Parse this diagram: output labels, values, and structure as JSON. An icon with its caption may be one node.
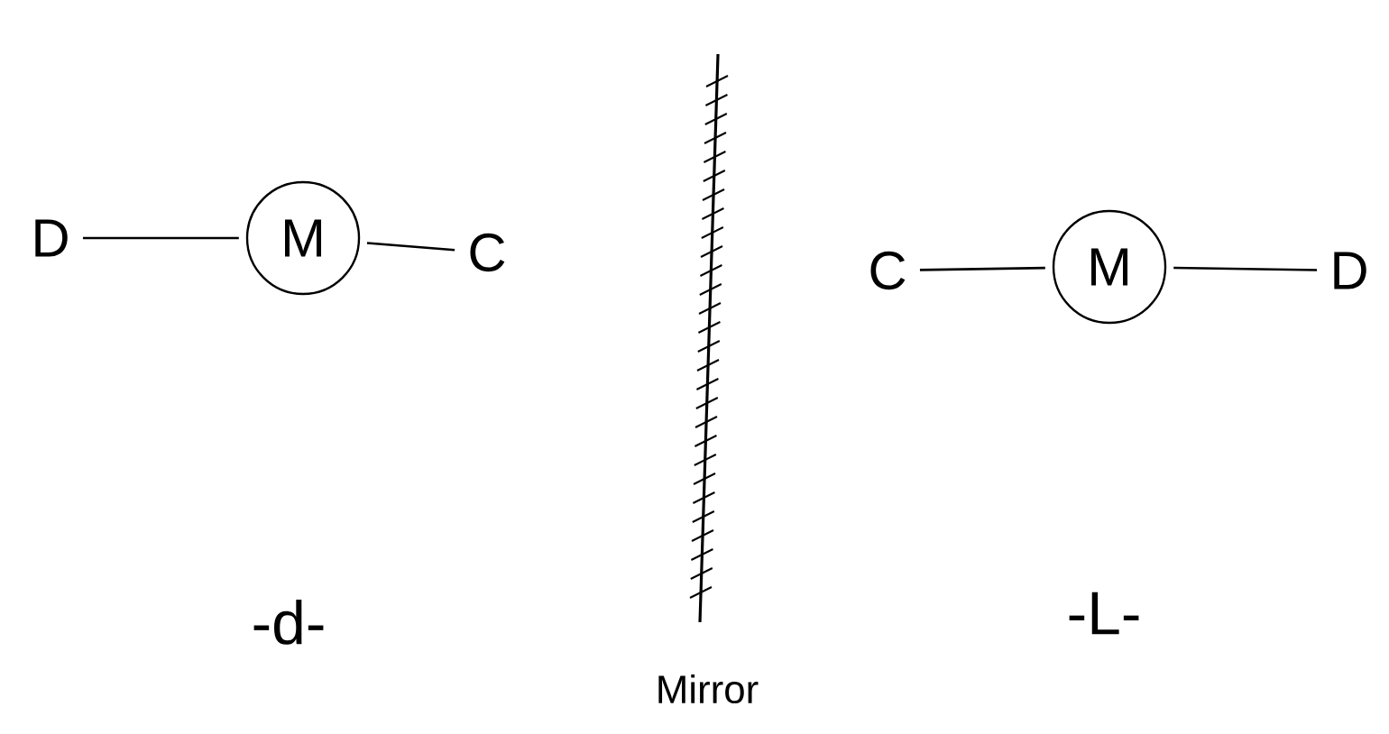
{
  "diagram": {
    "nodes": [
      {
        "text": [
          "D"
        ]
      },
      {
        "text": [
          "M"
        ]
      },
      {
        "text": [
          "C"
        ]
      },
      {
        "text": [
          "C"
        ]
      },
      {
        "text": [
          "M"
        ]
      },
      {
        "text": [
          "D"
        ]
      }
    ],
    "edges": [
      {
        "from": 0,
        "to": 1,
        "arrow": "none"
      },
      {
        "from": 1,
        "to": 2,
        "arrow": "none"
      },
      {
        "from": 3,
        "to": 4,
        "arrow": "none"
      },
      {
        "from": 4,
        "to": 5,
        "arrow": "none"
      }
    ],
    "labels": [
      "-d-",
      "Mirror",
      "-L-"
    ]
  }
}
